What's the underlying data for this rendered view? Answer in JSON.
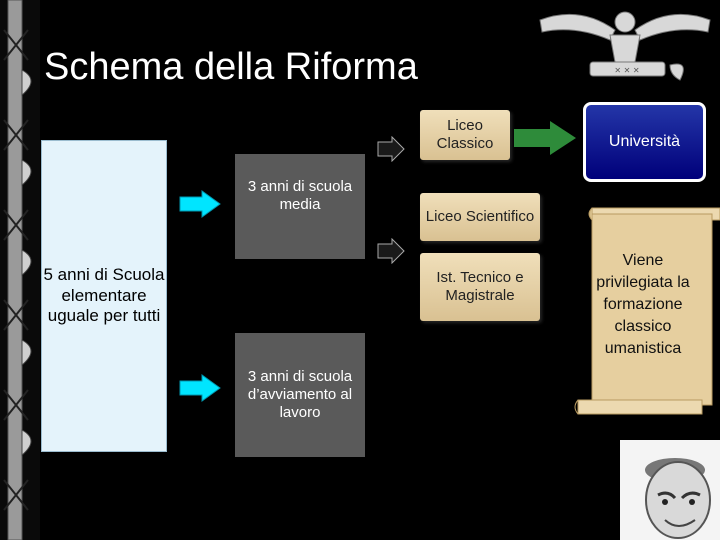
{
  "title": "Schema della Riforma",
  "boxes": {
    "elementare": "5 anni di Scuola elementare uguale per tutti",
    "media": "3 anni di scuola media",
    "avviamento": "3 anni di scuola d’avviamento al lavoro",
    "classico": "Liceo Classico",
    "scientifico": "Liceo Scientifico",
    "tecnico": "Ist. Tecnico e Magistrale",
    "universita": "Università"
  },
  "note": "Viene privilegiata la formazione classico umanistica",
  "colors": {
    "background": "#000000",
    "elementare_box": "#e4f3fb",
    "dark_box": "#5a5a5a",
    "tan_box": "#e8d3a6",
    "university_box": "#1a2a9c",
    "arrow_cyan": "#00e5ff",
    "arrow_green": "#2e8b3a"
  }
}
